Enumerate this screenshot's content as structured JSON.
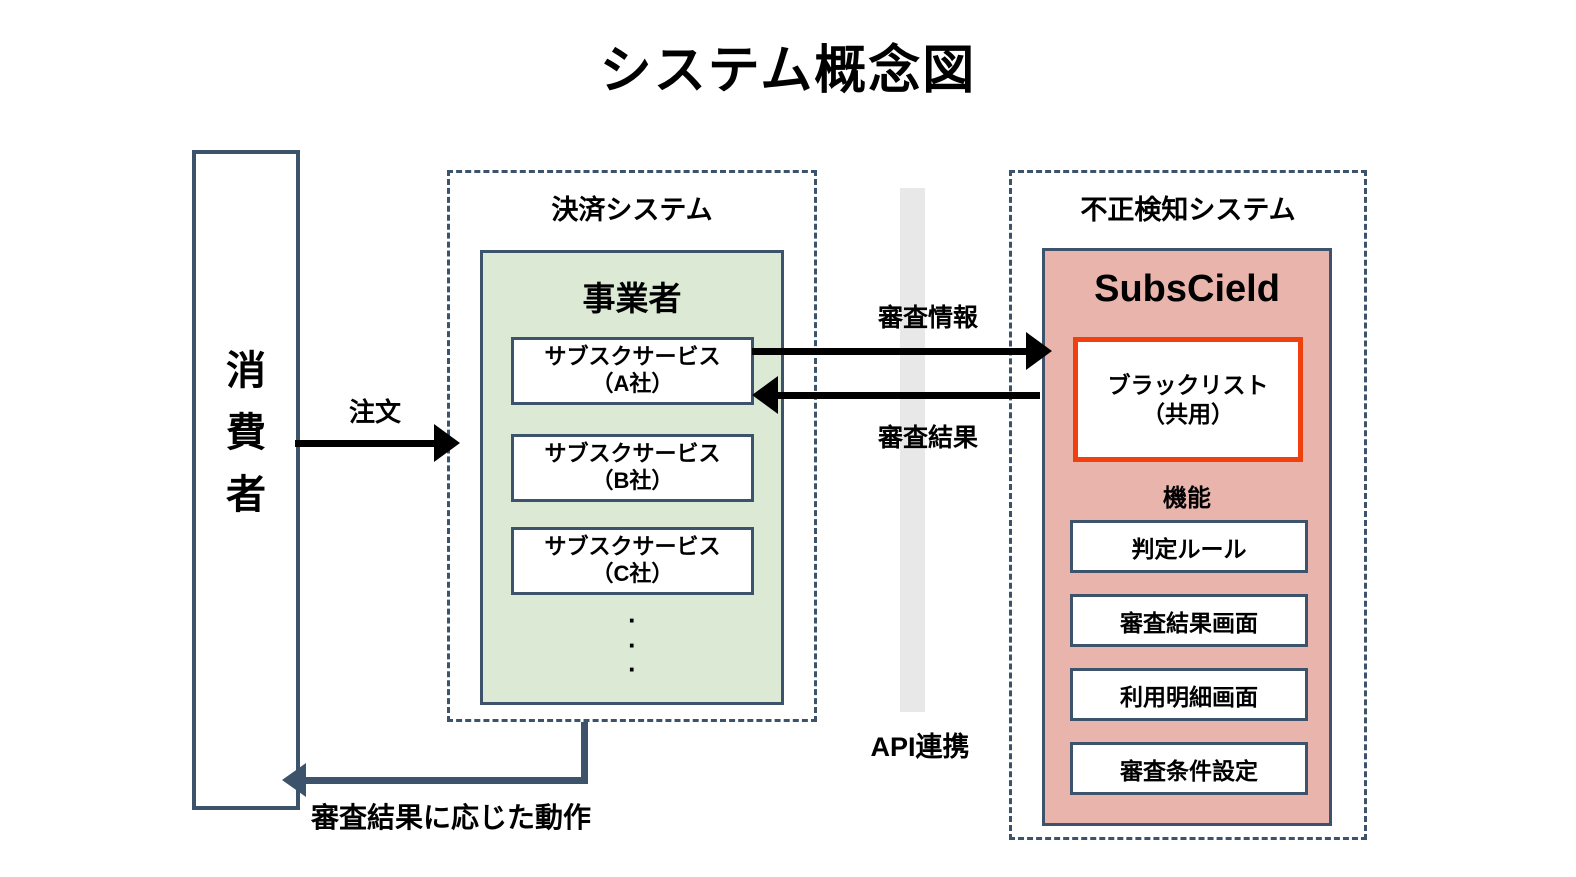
{
  "title": "システム概念図",
  "consumer": {
    "name": "消費者",
    "chars": [
      "消",
      "費",
      "者"
    ]
  },
  "payment_system": {
    "title": "決済システム",
    "operator": {
      "title": "事業者",
      "services": [
        "サブスクサービス\n（A社）",
        "サブスクサービス\n（B社）",
        "サブスクサービス\n（C社）"
      ],
      "continuation_dots": [
        "·",
        "·",
        "·"
      ]
    }
  },
  "fraud_system": {
    "title": "不正検知システム",
    "product": {
      "name": "SubsCield",
      "blacklist": "ブラックリスト\n（共用）",
      "blacklist_border_color": "#f0400f",
      "functions_label": "機能",
      "functions": [
        "判定ルール",
        "審査結果画面",
        "利用明細画面",
        "審査条件設定"
      ],
      "panel_color": "#e8b4ac"
    }
  },
  "integration": {
    "api_label": "API連携",
    "band_color": "#e8e8e8"
  },
  "flows": {
    "order": "注文",
    "review_info": "審査情報",
    "review_result": "審査結果",
    "action_on_result": "審査結果に応じた動作"
  },
  "colors": {
    "operator_panel": "#dce9d5",
    "outline": "#3d536b",
    "text": "#000000",
    "background": "#ffffff"
  }
}
